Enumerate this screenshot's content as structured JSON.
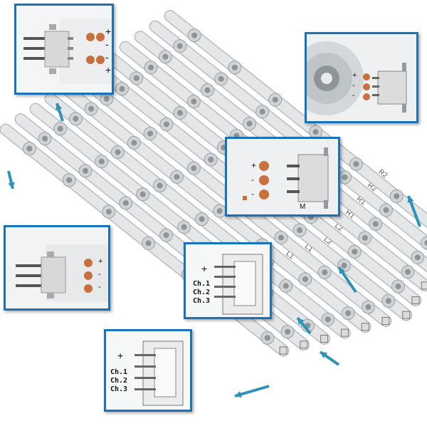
{
  "colors": {
    "strip": "#e4e6e8",
    "strip_edge": "#b9bdc1",
    "lens": "#cfd3d6",
    "frame": "#1a73b8",
    "arrow": "#2f93b8",
    "pad": "#c9713e",
    "connector": "#dcdcdc"
  },
  "strips": {
    "count": 12,
    "silkscreen": [
      "L1",
      "L1",
      "L1",
      "L2",
      "L2",
      "R1",
      "R1",
      "R2",
      "R2"
    ]
  },
  "insets": {
    "top_left": {
      "polarity": [
        "+",
        "-",
        "-",
        "+"
      ]
    },
    "top_right": {
      "polarity": [
        "+",
        "-",
        "-"
      ]
    },
    "center": {
      "polarity": [
        "+",
        "-",
        "-"
      ],
      "marker": "M"
    },
    "middle_left": {
      "polarity": [
        "+",
        "-",
        "-"
      ]
    },
    "channels_mid": {
      "plus": "+",
      "channels": [
        "Ch.1",
        "Ch.2",
        "Ch.3"
      ]
    },
    "channels_bottom": {
      "plus": "+",
      "channels": [
        "Ch.1",
        "Ch.2",
        "Ch.3"
      ]
    }
  },
  "arrows": {
    "count": 7,
    "icon": "arrow-icon"
  }
}
